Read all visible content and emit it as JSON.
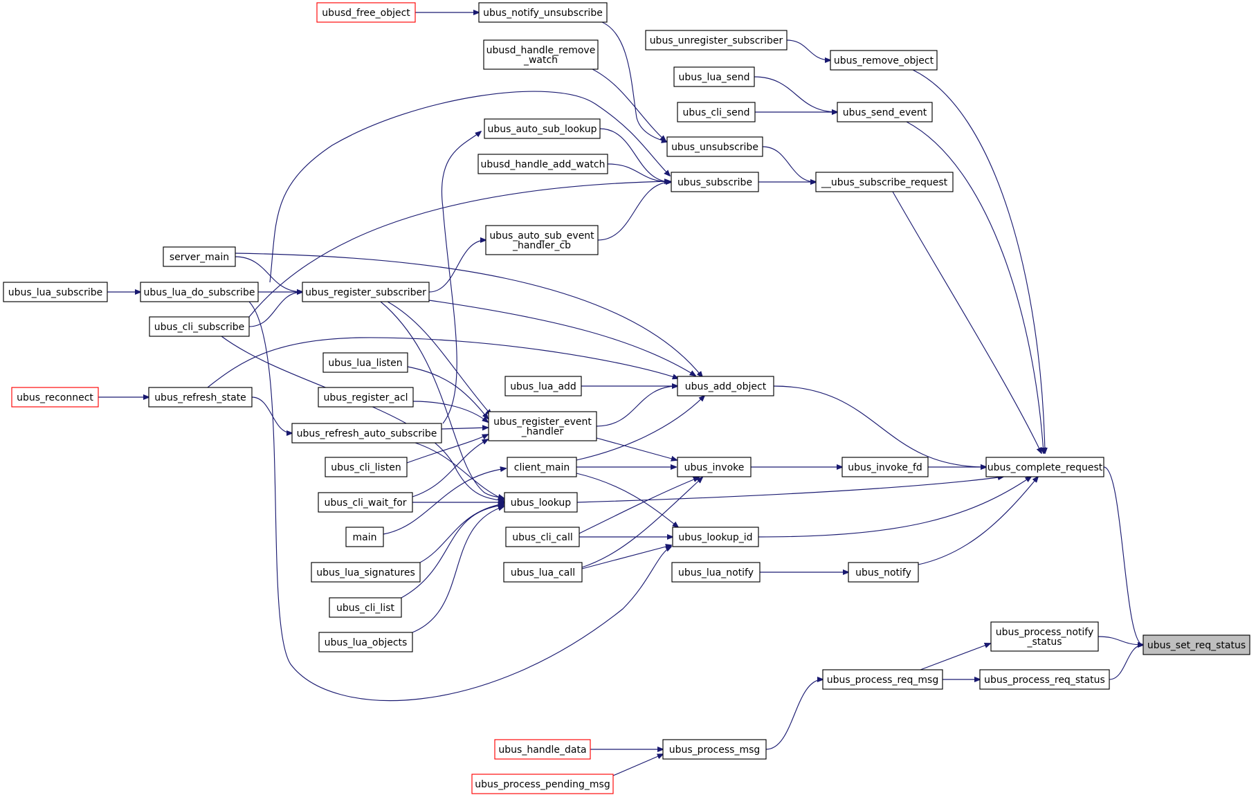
{
  "graph": {
    "title": "",
    "colors": {
      "edge": "#191970",
      "node_border": "#000000",
      "truncated_border": "#ff0000",
      "selected_fill": "#bfbfbf"
    },
    "nodes": [
      {
        "id": "ubus_set_req_status",
        "lines": [
          "ubus_set_req_status"
        ],
        "style": "selected"
      },
      {
        "id": "ubus_complete_request",
        "lines": [
          "ubus_complete_request"
        ],
        "style": "normal"
      },
      {
        "id": "ubus_process_notify_status",
        "lines": [
          "ubus_process_notify",
          "_status"
        ],
        "style": "normal"
      },
      {
        "id": "ubus_process_req_status",
        "lines": [
          "ubus_process_req_status"
        ],
        "style": "normal"
      },
      {
        "id": "ubus_remove_object",
        "lines": [
          "ubus_remove_object"
        ],
        "style": "normal"
      },
      {
        "id": "ubus_send_event",
        "lines": [
          "ubus_send_event"
        ],
        "style": "normal"
      },
      {
        "id": "__ubus_subscribe_request",
        "lines": [
          "__ubus_subscribe_request"
        ],
        "style": "normal"
      },
      {
        "id": "ubus_add_object",
        "lines": [
          "ubus_add_object"
        ],
        "style": "normal"
      },
      {
        "id": "ubus_invoke_fd",
        "lines": [
          "ubus_invoke_fd"
        ],
        "style": "normal"
      },
      {
        "id": "ubus_lookup",
        "lines": [
          "ubus_lookup"
        ],
        "style": "normal"
      },
      {
        "id": "ubus_lookup_id",
        "lines": [
          "ubus_lookup_id"
        ],
        "style": "normal"
      },
      {
        "id": "ubus_notify",
        "lines": [
          "ubus_notify"
        ],
        "style": "normal"
      },
      {
        "id": "ubus_process_req_msg",
        "lines": [
          "ubus_process_req_msg"
        ],
        "style": "normal"
      },
      {
        "id": "ubus_process_msg",
        "lines": [
          "ubus_process_msg"
        ],
        "style": "normal"
      },
      {
        "id": "ubus_handle_data",
        "lines": [
          "ubus_handle_data"
        ],
        "style": "truncated"
      },
      {
        "id": "ubus_process_pending_msg",
        "lines": [
          "ubus_process_pending_msg"
        ],
        "style": "truncated"
      },
      {
        "id": "ubus_unregister_subscriber",
        "lines": [
          "ubus_unregister_subscriber"
        ],
        "style": "normal"
      },
      {
        "id": "ubus_lua_send",
        "lines": [
          "ubus_lua_send"
        ],
        "style": "normal"
      },
      {
        "id": "ubus_cli_send",
        "lines": [
          "ubus_cli_send"
        ],
        "style": "normal"
      },
      {
        "id": "ubus_unsubscribe",
        "lines": [
          "ubus_unsubscribe"
        ],
        "style": "normal"
      },
      {
        "id": "ubus_subscribe",
        "lines": [
          "ubus_subscribe"
        ],
        "style": "normal"
      },
      {
        "id": "ubus_notify_unsubscribe",
        "lines": [
          "ubus_notify_unsubscribe"
        ],
        "style": "normal"
      },
      {
        "id": "ubusd_free_object",
        "lines": [
          "ubusd_free_object"
        ],
        "style": "truncated"
      },
      {
        "id": "ubusd_handle_remove_watch",
        "lines": [
          "ubusd_handle_remove",
          "_watch"
        ],
        "style": "normal"
      },
      {
        "id": "ubus_auto_sub_lookup",
        "lines": [
          "ubus_auto_sub_lookup"
        ],
        "style": "normal"
      },
      {
        "id": "ubusd_handle_add_watch",
        "lines": [
          "ubusd_handle_add_watch"
        ],
        "style": "normal"
      },
      {
        "id": "ubus_auto_sub_event_handler_cb",
        "lines": [
          "ubus_auto_sub_event",
          "_handler_cb"
        ],
        "style": "normal"
      },
      {
        "id": "ubus_register_subscriber",
        "lines": [
          "ubus_register_subscriber"
        ],
        "style": "normal"
      },
      {
        "id": "server_main",
        "lines": [
          "server_main"
        ],
        "style": "normal"
      },
      {
        "id": "ubus_lua_do_subscribe",
        "lines": [
          "ubus_lua_do_subscribe"
        ],
        "style": "normal"
      },
      {
        "id": "ubus_lua_subscribe",
        "lines": [
          "ubus_lua_subscribe"
        ],
        "style": "normal"
      },
      {
        "id": "ubus_cli_subscribe",
        "lines": [
          "ubus_cli_subscribe"
        ],
        "style": "normal"
      },
      {
        "id": "ubus_lua_add",
        "lines": [
          "ubus_lua_add"
        ],
        "style": "normal"
      },
      {
        "id": "ubus_register_event_handler",
        "lines": [
          "ubus_register_event",
          "_handler"
        ],
        "style": "normal"
      },
      {
        "id": "ubus_invoke",
        "lines": [
          "ubus_invoke"
        ],
        "style": "normal"
      },
      {
        "id": "client_main",
        "lines": [
          "client_main"
        ],
        "style": "normal"
      },
      {
        "id": "ubus_lua_listen",
        "lines": [
          "ubus_lua_listen"
        ],
        "style": "normal"
      },
      {
        "id": "ubus_register_acl",
        "lines": [
          "ubus_register_acl"
        ],
        "style": "normal"
      },
      {
        "id": "ubus_refresh_auto_subscribe",
        "lines": [
          "ubus_refresh_auto_subscribe"
        ],
        "style": "normal"
      },
      {
        "id": "ubus_cli_listen",
        "lines": [
          "ubus_cli_listen"
        ],
        "style": "normal"
      },
      {
        "id": "ubus_cli_wait_for",
        "lines": [
          "ubus_cli_wait_for"
        ],
        "style": "normal"
      },
      {
        "id": "main",
        "lines": [
          "main"
        ],
        "style": "normal"
      },
      {
        "id": "ubus_lua_signatures",
        "lines": [
          "ubus_lua_signatures"
        ],
        "style": "normal"
      },
      {
        "id": "ubus_cli_list",
        "lines": [
          "ubus_cli_list"
        ],
        "style": "normal"
      },
      {
        "id": "ubus_lua_objects",
        "lines": [
          "ubus_lua_objects"
        ],
        "style": "normal"
      },
      {
        "id": "ubus_cli_call",
        "lines": [
          "ubus_cli_call"
        ],
        "style": "normal"
      },
      {
        "id": "ubus_lua_call",
        "lines": [
          "ubus_lua_call"
        ],
        "style": "normal"
      },
      {
        "id": "ubus_lua_notify",
        "lines": [
          "ubus_lua_notify"
        ],
        "style": "normal"
      },
      {
        "id": "ubus_refresh_state",
        "lines": [
          "ubus_refresh_state"
        ],
        "style": "normal"
      },
      {
        "id": "ubus_reconnect",
        "lines": [
          "ubus_reconnect"
        ],
        "style": "truncated"
      }
    ],
    "edges": [
      {
        "from": "ubus_complete_request",
        "to": "ubus_set_req_status"
      },
      {
        "from": "ubus_process_notify_status",
        "to": "ubus_set_req_status"
      },
      {
        "from": "ubus_process_req_status",
        "to": "ubus_set_req_status"
      },
      {
        "from": "ubus_remove_object",
        "to": "ubus_complete_request"
      },
      {
        "from": "ubus_send_event",
        "to": "ubus_complete_request"
      },
      {
        "from": "__ubus_subscribe_request",
        "to": "ubus_complete_request"
      },
      {
        "from": "ubus_add_object",
        "to": "ubus_complete_request"
      },
      {
        "from": "ubus_invoke_fd",
        "to": "ubus_complete_request"
      },
      {
        "from": "ubus_lookup",
        "to": "ubus_complete_request"
      },
      {
        "from": "ubus_lookup_id",
        "to": "ubus_complete_request"
      },
      {
        "from": "ubus_notify",
        "to": "ubus_complete_request"
      },
      {
        "from": "ubus_process_req_msg",
        "to": "ubus_process_notify_status"
      },
      {
        "from": "ubus_process_req_msg",
        "to": "ubus_process_req_status"
      },
      {
        "from": "ubus_process_msg",
        "to": "ubus_process_req_msg"
      },
      {
        "from": "ubus_handle_data",
        "to": "ubus_process_msg"
      },
      {
        "from": "ubus_process_pending_msg",
        "to": "ubus_process_msg"
      },
      {
        "from": "ubus_unregister_subscriber",
        "to": "ubus_remove_object"
      },
      {
        "from": "ubus_lua_send",
        "to": "ubus_send_event"
      },
      {
        "from": "ubus_cli_send",
        "to": "ubus_send_event"
      },
      {
        "from": "ubus_unsubscribe",
        "to": "__ubus_subscribe_request"
      },
      {
        "from": "ubus_subscribe",
        "to": "__ubus_subscribe_request"
      },
      {
        "from": "ubusd_free_object",
        "to": "ubus_notify_unsubscribe"
      },
      {
        "from": "ubus_notify_unsubscribe",
        "to": "ubus_unsubscribe"
      },
      {
        "from": "ubusd_handle_remove_watch",
        "to": "ubus_unsubscribe"
      },
      {
        "from": "ubus_auto_sub_lookup",
        "to": "ubus_subscribe"
      },
      {
        "from": "ubusd_handle_add_watch",
        "to": "ubus_subscribe"
      },
      {
        "from": "ubus_auto_sub_event_handler_cb",
        "to": "ubus_subscribe"
      },
      {
        "from": "ubus_lua_do_subscribe",
        "to": "ubus_subscribe"
      },
      {
        "from": "ubus_cli_subscribe",
        "to": "ubus_subscribe"
      },
      {
        "from": "ubus_register_subscriber",
        "to": "ubus_auto_sub_event_handler_cb"
      },
      {
        "from": "ubus_refresh_auto_subscribe",
        "to": "ubus_auto_sub_lookup"
      },
      {
        "from": "server_main",
        "to": "ubus_register_subscriber"
      },
      {
        "from": "ubus_lua_do_subscribe",
        "to": "ubus_register_subscriber"
      },
      {
        "from": "ubus_cli_subscribe",
        "to": "ubus_register_subscriber"
      },
      {
        "from": "ubus_lua_subscribe",
        "to": "ubus_lua_do_subscribe"
      },
      {
        "from": "ubus_register_subscriber",
        "to": "ubus_add_object"
      },
      {
        "from": "server_main",
        "to": "ubus_add_object"
      },
      {
        "from": "ubus_lua_add",
        "to": "ubus_add_object"
      },
      {
        "from": "ubus_register_event_handler",
        "to": "ubus_add_object"
      },
      {
        "from": "ubus_refresh_state",
        "to": "ubus_add_object"
      },
      {
        "from": "client_main",
        "to": "ubus_add_object"
      },
      {
        "from": "ubus_register_subscriber",
        "to": "ubus_register_event_handler"
      },
      {
        "from": "ubus_lua_listen",
        "to": "ubus_register_event_handler"
      },
      {
        "from": "ubus_register_acl",
        "to": "ubus_register_event_handler"
      },
      {
        "from": "ubus_refresh_auto_subscribe",
        "to": "ubus_register_event_handler"
      },
      {
        "from": "ubus_cli_listen",
        "to": "ubus_register_event_handler"
      },
      {
        "from": "ubus_cli_wait_for",
        "to": "ubus_register_event_handler"
      },
      {
        "from": "ubus_invoke",
        "to": "ubus_invoke_fd"
      },
      {
        "from": "ubus_register_event_handler",
        "to": "ubus_invoke"
      },
      {
        "from": "client_main",
        "to": "ubus_invoke"
      },
      {
        "from": "ubus_cli_call",
        "to": "ubus_invoke"
      },
      {
        "from": "ubus_lua_call",
        "to": "ubus_invoke"
      },
      {
        "from": "ubus_cli_wait_for",
        "to": "ubus_lookup"
      },
      {
        "from": "ubus_register_subscriber",
        "to": "ubus_lookup"
      },
      {
        "from": "ubus_refresh_auto_subscribe",
        "to": "ubus_lookup"
      },
      {
        "from": "ubus_lua_signatures",
        "to": "ubus_lookup"
      },
      {
        "from": "ubus_cli_list",
        "to": "ubus_lookup"
      },
      {
        "from": "ubus_lua_objects",
        "to": "ubus_lookup"
      },
      {
        "from": "main",
        "to": "client_main"
      },
      {
        "from": "client_main",
        "to": "ubus_lookup_id"
      },
      {
        "from": "ubus_cli_call",
        "to": "ubus_lookup_id"
      },
      {
        "from": "ubus_lua_call",
        "to": "ubus_lookup_id"
      },
      {
        "from": "ubus_lua_do_subscribe",
        "to": "ubus_lookup_id"
      },
      {
        "from": "ubus_lua_notify",
        "to": "ubus_notify"
      },
      {
        "from": "ubus_reconnect",
        "to": "ubus_refresh_state"
      },
      {
        "from": "ubus_refresh_state",
        "to": "ubus_refresh_auto_subscribe"
      },
      {
        "from": "ubus_cli_subscribe",
        "to": "ubus_lookup"
      }
    ]
  }
}
